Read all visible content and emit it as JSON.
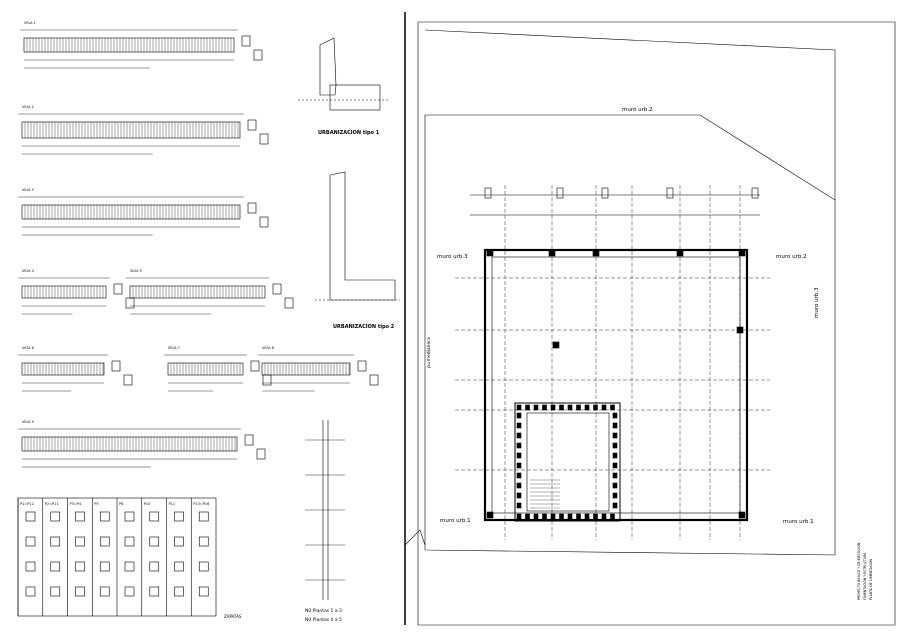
{
  "sheet": {
    "left": {
      "beam_labels": [
        "VIGA 1",
        "VIGA 2",
        "VIGA 3",
        "VIGA 4",
        "VIGA 5",
        "VIGA 6",
        "VIGA 7",
        "VIGA 8",
        "VIGA 9"
      ],
      "detail1_title": "URBANIZACION tipo 1",
      "detail2_title": "URBANIZACION tipo 2",
      "footing_headers": [
        "P1=P12",
        "P2=P11",
        "P3=P4",
        "P5",
        "P6",
        "P10",
        "P11",
        "P13=P16"
      ],
      "footing_caption": "ZAPATAS",
      "column_note_1": "N0 Plantas 1 a 3",
      "column_note_2": "N0 Plantas 4 a 5"
    },
    "right": {
      "muro_top": "muro urb.2",
      "muro_left_top": "muro urb.3",
      "muro_right_top": "muro urb.2",
      "muro_right_side": "muro urb.3",
      "muro_left_bottom": "muro urb.1",
      "muro_right_bottom": "muro urb.1",
      "left_side_label": "p=medianera",
      "stamp_lines": [
        "PROYECTO BASICO Y DE EJECUCION",
        "CIMENTACION Y ESTRUCTURA",
        "PLANTA DE CIMENTACION"
      ]
    }
  }
}
